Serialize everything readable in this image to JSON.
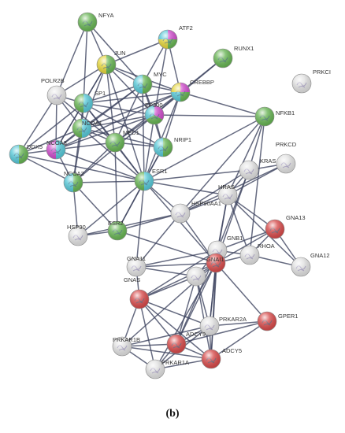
{
  "network": {
    "colors": {
      "white": "#e0e0e0",
      "green": "#63b24f",
      "cyan": "#52c6d6",
      "red": "#d54545",
      "yellow": "#e3d335",
      "magenta": "#cc47c9",
      "edge": "#3f4560"
    },
    "nodes": [
      {
        "id": "NFYA",
        "label": "NFYA",
        "colors": [
          "green"
        ]
      },
      {
        "id": "ATF2",
        "label": "ATF2",
        "colors": [
          "magenta",
          "green",
          "yellow",
          "cyan"
        ]
      },
      {
        "id": "JUN",
        "label": "JUN",
        "colors": [
          "green",
          "yellow"
        ]
      },
      {
        "id": "RUNX1",
        "label": "RUNX1",
        "colors": [
          "green"
        ]
      },
      {
        "id": "PRKCI",
        "label": "PRKCI",
        "colors": [
          "white"
        ]
      },
      {
        "id": "POLR2B",
        "label": "POLR2B",
        "colors": [
          "white"
        ]
      },
      {
        "id": "MYC",
        "label": "MYC",
        "colors": [
          "green",
          "cyan"
        ]
      },
      {
        "id": "CREBBP",
        "label": "CREBBP",
        "colors": [
          "magenta",
          "green",
          "cyan",
          "yellow"
        ]
      },
      {
        "id": "SP1",
        "label": "SP1",
        "colors": [
          "cyan",
          "green"
        ]
      },
      {
        "id": "EP300",
        "label": "EP300",
        "colors": [
          "magenta",
          "green",
          "cyan"
        ]
      },
      {
        "id": "NFKB1",
        "label": "NFKB1",
        "colors": [
          "green"
        ]
      },
      {
        "id": "NCOA1",
        "label": "NCOA1",
        "colors": [
          "cyan",
          "green"
        ]
      },
      {
        "id": "MED1",
        "label": "MED1",
        "colors": [
          "green"
        ]
      },
      {
        "id": "NRIP1",
        "label": "NRIP1",
        "colors": [
          "green",
          "cyan"
        ]
      },
      {
        "id": "DDX5",
        "label": "DDX5",
        "colors": [
          "green",
          "cyan"
        ]
      },
      {
        "id": "NCOA3",
        "label": "NCOA3",
        "colors": [
          "cyan",
          "magenta"
        ]
      },
      {
        "id": "PRKCD",
        "label": "PRKCD",
        "colors": [
          "white"
        ]
      },
      {
        "id": "KRAS",
        "label": "KRAS",
        "colors": [
          "white"
        ]
      },
      {
        "id": "NCOA2",
        "label": "NCOA2",
        "colors": [
          "green",
          "cyan"
        ]
      },
      {
        "id": "ESR1",
        "label": "ESR1",
        "colors": [
          "cyan",
          "green"
        ]
      },
      {
        "id": "HRAS",
        "label": "HRAS",
        "colors": [
          "white"
        ]
      },
      {
        "id": "HSP90AA1",
        "label": "HSP90AA1",
        "colors": [
          "white"
        ]
      },
      {
        "id": "GNA13",
        "label": "GNA13",
        "colors": [
          "red"
        ]
      },
      {
        "id": "ESR2",
        "label": "ESR2",
        "colors": [
          "green"
        ]
      },
      {
        "id": "HSP90",
        "label": "HSP90",
        "colors": [
          "white"
        ]
      },
      {
        "id": "RHOA",
        "label": "RHOA",
        "colors": [
          "white"
        ]
      },
      {
        "id": "GNA12",
        "label": "GNA12",
        "colors": [
          "white"
        ]
      },
      {
        "id": "GNA11",
        "label": "GNA11",
        "colors": [
          "white"
        ]
      },
      {
        "id": "GNB1",
        "label": "GNB1",
        "colors": [
          "white"
        ]
      },
      {
        "id": "GNAI1",
        "label": "GNAI1",
        "colors": [
          "red"
        ]
      },
      {
        "id": "GNAS",
        "label": "GNAS",
        "colors": [
          "red"
        ]
      },
      {
        "id": "GNAS2",
        "label": "",
        "colors": [
          "white"
        ]
      },
      {
        "id": "PRKAR2A",
        "label": "PRKAR2A",
        "colors": [
          "white"
        ]
      },
      {
        "id": "GPER1",
        "label": "GPER1",
        "colors": [
          "red"
        ]
      },
      {
        "id": "PRKAR1B",
        "label": "PRKAR1B",
        "colors": [
          "white"
        ]
      },
      {
        "id": "ADCY9",
        "label": "ADCY9",
        "colors": [
          "red"
        ]
      },
      {
        "id": "ADCY5",
        "label": "ADCY5",
        "colors": [
          "red"
        ]
      },
      {
        "id": "PRKAR1A",
        "label": "PRKAR1A",
        "colors": [
          "white"
        ]
      }
    ],
    "edges": [
      [
        "NFYA",
        "JUN"
      ],
      [
        "NFYA",
        "MYC"
      ],
      [
        "NFYA",
        "SP1"
      ],
      [
        "NFYA",
        "POLR2B"
      ],
      [
        "ATF2",
        "JUN"
      ],
      [
        "ATF2",
        "CREBBP"
      ],
      [
        "ATF2",
        "EP300"
      ],
      [
        "ATF2",
        "MYC"
      ],
      [
        "RUNX1",
        "CREBBP"
      ],
      [
        "RUNX1",
        "EP300"
      ],
      [
        "JUN",
        "MYC"
      ],
      [
        "JUN",
        "SP1"
      ],
      [
        "JUN",
        "POLR2B"
      ],
      [
        "JUN",
        "EP300"
      ],
      [
        "JUN",
        "CREBBP"
      ],
      [
        "JUN",
        "NCOA1"
      ],
      [
        "JUN",
        "ESR1"
      ],
      [
        "JUN",
        "NCOA3"
      ],
      [
        "JUN",
        "MED1"
      ],
      [
        "POLR2B",
        "SP1"
      ],
      [
        "POLR2B",
        "DDX5"
      ],
      [
        "POLR2B",
        "NCOA1"
      ],
      [
        "POLR2B",
        "MED1"
      ],
      [
        "POLR2B",
        "NCOA3"
      ],
      [
        "MYC",
        "SP1"
      ],
      [
        "MYC",
        "EP300"
      ],
      [
        "MYC",
        "CREBBP"
      ],
      [
        "MYC",
        "ESR1"
      ],
      [
        "MYC",
        "MED1"
      ],
      [
        "MYC",
        "NCOA1"
      ],
      [
        "MYC",
        "NCOA3"
      ],
      [
        "MYC",
        "NRIP1"
      ],
      [
        "CREBBP",
        "EP300"
      ],
      [
        "CREBBP",
        "NFKB1"
      ],
      [
        "CREBBP",
        "SP1"
      ],
      [
        "CREBBP",
        "NCOA1"
      ],
      [
        "CREBBP",
        "MED1"
      ],
      [
        "CREBBP",
        "ESR1"
      ],
      [
        "CREBBP",
        "NCOA3"
      ],
      [
        "CREBBP",
        "NRIP1"
      ],
      [
        "EP300",
        "SP1"
      ],
      [
        "EP300",
        "NCOA1"
      ],
      [
        "EP300",
        "NCOA3"
      ],
      [
        "EP300",
        "MED1"
      ],
      [
        "EP300",
        "ESR1"
      ],
      [
        "EP300",
        "NRIP1"
      ],
      [
        "EP300",
        "NFKB1"
      ],
      [
        "EP300",
        "NCOA2"
      ],
      [
        "SP1",
        "NCOA1"
      ],
      [
        "SP1",
        "NCOA3"
      ],
      [
        "SP1",
        "DDX5"
      ],
      [
        "SP1",
        "ESR1"
      ],
      [
        "SP1",
        "MED1"
      ],
      [
        "SP1",
        "NCOA2"
      ],
      [
        "SP1",
        "NRIP1"
      ],
      [
        "NCOA1",
        "NCOA3"
      ],
      [
        "NCOA1",
        "MED1"
      ],
      [
        "NCOA1",
        "ESR1"
      ],
      [
        "NCOA1",
        "NCOA2"
      ],
      [
        "NCOA1",
        "DDX5"
      ],
      [
        "NCOA1",
        "NRIP1"
      ],
      [
        "NCOA3",
        "DDX5"
      ],
      [
        "NCOA3",
        "MED1"
      ],
      [
        "NCOA3",
        "NCOA2"
      ],
      [
        "NCOA3",
        "ESR1"
      ],
      [
        "MED1",
        "ESR1"
      ],
      [
        "MED1",
        "NCOA2"
      ],
      [
        "MED1",
        "NRIP1"
      ],
      [
        "MED1",
        "ESR2"
      ],
      [
        "DDX5",
        "NCOA2"
      ],
      [
        "DDX5",
        "ESR1"
      ],
      [
        "NCOA2",
        "ESR1"
      ],
      [
        "NCOA2",
        "ESR2"
      ],
      [
        "NCOA2",
        "HSP90"
      ],
      [
        "NRIP1",
        "ESR1"
      ],
      [
        "NRIP1",
        "ESR2"
      ],
      [
        "ESR1",
        "ESR2"
      ],
      [
        "ESR1",
        "HSP90AA1"
      ],
      [
        "ESR1",
        "HSP90"
      ],
      [
        "ESR1",
        "GNA11"
      ],
      [
        "ESR1",
        "GNAI1"
      ],
      [
        "ESR1",
        "NFKB1"
      ],
      [
        "ESR1",
        "KRAS"
      ],
      [
        "ESR1",
        "HRAS"
      ],
      [
        "NFKB1",
        "HRAS"
      ],
      [
        "NFKB1",
        "KRAS"
      ],
      [
        "NFKB1",
        "HSP90AA1"
      ],
      [
        "NFKB1",
        "RHOA"
      ],
      [
        "PRKCD",
        "KRAS"
      ],
      [
        "PRKCD",
        "HRAS"
      ],
      [
        "PRKCD",
        "HSP90AA1"
      ],
      [
        "KRAS",
        "HRAS"
      ],
      [
        "KRAS",
        "HSP90AA1"
      ],
      [
        "KRAS",
        "GNB1"
      ],
      [
        "KRAS",
        "GNAI1"
      ],
      [
        "HRAS",
        "HSP90AA1"
      ],
      [
        "HRAS",
        "RHOA"
      ],
      [
        "HRAS",
        "GNB1"
      ],
      [
        "HRAS",
        "GNAI1"
      ],
      [
        "HRAS",
        "GNA13"
      ],
      [
        "HRAS",
        "GNA12"
      ],
      [
        "HSP90AA1",
        "ESR2"
      ],
      [
        "HSP90AA1",
        "HSP90"
      ],
      [
        "HSP90AA1",
        "GNAI1"
      ],
      [
        "HSP90AA1",
        "GNA11"
      ],
      [
        "ESR2",
        "HSP90"
      ],
      [
        "ESR2",
        "GNAI1"
      ],
      [
        "GNA13",
        "RHOA"
      ],
      [
        "GNA13",
        "GNB1"
      ],
      [
        "GNA13",
        "GNAI1"
      ],
      [
        "GNA13",
        "GNA12"
      ],
      [
        "RHOA",
        "GNA12"
      ],
      [
        "RHOA",
        "GNB1"
      ],
      [
        "RHOA",
        "GNAI1"
      ],
      [
        "GNA11",
        "GNAI1"
      ],
      [
        "GNA11",
        "GNB1"
      ],
      [
        "GNA11",
        "GNAS"
      ],
      [
        "GNA11",
        "GNAS2"
      ],
      [
        "GNB1",
        "GNAI1"
      ],
      [
        "GNB1",
        "GNAS"
      ],
      [
        "GNB1",
        "GNAS2"
      ],
      [
        "GNB1",
        "PRKAR2A"
      ],
      [
        "GNB1",
        "ADCY9"
      ],
      [
        "GNB1",
        "ADCY5"
      ],
      [
        "GNAI1",
        "GNAS"
      ],
      [
        "GNAI1",
        "GNAS2"
      ],
      [
        "GNAI1",
        "ADCY9"
      ],
      [
        "GNAI1",
        "ADCY5"
      ],
      [
        "GNAI1",
        "PRKAR2A"
      ],
      [
        "GNAI1",
        "GPER1"
      ],
      [
        "GNAI1",
        "PRKAR1A"
      ],
      [
        "GNAI1",
        "PRKAR1B"
      ],
      [
        "GNAS",
        "GNAS2"
      ],
      [
        "GNAS",
        "ADCY9"
      ],
      [
        "GNAS",
        "ADCY5"
      ],
      [
        "GNAS",
        "PRKAR1B"
      ],
      [
        "GNAS",
        "PRKAR1A"
      ],
      [
        "GNAS",
        "PRKAR2A"
      ],
      [
        "GNAS2",
        "ADCY9"
      ],
      [
        "GNAS2",
        "PRKAR2A"
      ],
      [
        "GNAS2",
        "ADCY5"
      ],
      [
        "PRKAR2A",
        "ADCY9"
      ],
      [
        "PRKAR2A",
        "ADCY5"
      ],
      [
        "PRKAR2A",
        "GPER1"
      ],
      [
        "PRKAR2A",
        "PRKAR1A"
      ],
      [
        "PRKAR2A",
        "PRKAR1B"
      ],
      [
        "GPER1",
        "ADCY5"
      ],
      [
        "GPER1",
        "ADCY9"
      ],
      [
        "PRKAR1B",
        "ADCY9"
      ],
      [
        "PRKAR1B",
        "PRKAR1A"
      ],
      [
        "PRKAR1B",
        "ADCY5"
      ],
      [
        "ADCY9",
        "ADCY5"
      ],
      [
        "ADCY9",
        "PRKAR1A"
      ],
      [
        "ADCY5",
        "PRKAR1A"
      ]
    ]
  },
  "caption": "(b)"
}
